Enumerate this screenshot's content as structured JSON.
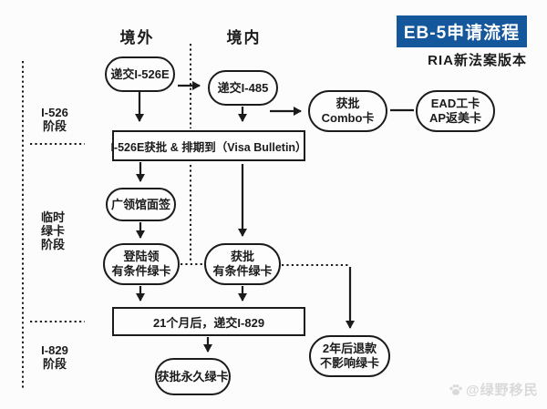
{
  "title": {
    "main": "EB-5申请流程",
    "subtitle": "RIA新法案版本"
  },
  "columns": {
    "outside": "境外",
    "inside": "境内"
  },
  "stages": {
    "s1": {
      "lines": [
        "I-526",
        "阶段"
      ]
    },
    "s2": {
      "lines": [
        "临时",
        "绿卡",
        "阶段"
      ]
    },
    "s3": {
      "lines": [
        "I-829",
        "阶段"
      ]
    }
  },
  "nodes": {
    "submit_i526e": {
      "label": "递交I-526E"
    },
    "submit_i485": {
      "label": "递交I-485"
    },
    "combo": {
      "lines": [
        "获批",
        "Combo卡"
      ]
    },
    "ead": {
      "lines": [
        "EAD工卡",
        "AP返美卡"
      ]
    },
    "i526e_approved": {
      "label": "I-526E获批 & 排期到（Visa Bulletin）"
    },
    "consulate_interview": {
      "label": "广领馆面签"
    },
    "land_conditional": {
      "lines": [
        "登陆领",
        "有条件绿卡"
      ]
    },
    "approved_conditional": {
      "lines": [
        "获批",
        "有条件绿卡"
      ]
    },
    "submit_i829": {
      "label": "21个月后，递交I-829"
    },
    "permanent_green_card": {
      "label": "获批永久绿卡"
    },
    "refund": {
      "lines": [
        "2年后退款",
        "不影响绿卡"
      ]
    }
  },
  "watermark": {
    "handle": "@绿野移民"
  },
  "colors": {
    "title_bg": "#15579b",
    "ink": "#1b1b1b",
    "watermark": "#d9d9d9"
  }
}
